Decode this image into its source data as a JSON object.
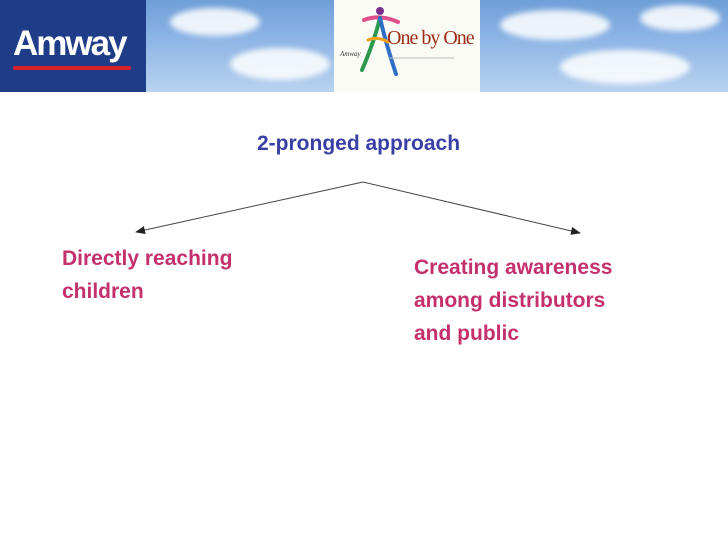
{
  "header": {
    "brand": "Amway",
    "logo_text": "One by One",
    "logo_mark": "Amway"
  },
  "diagram": {
    "title": "2-pronged approach",
    "branches": [
      {
        "lines": [
          "Directly reaching",
          "children"
        ]
      },
      {
        "lines": [
          "Creating awareness",
          "among distributors",
          "and public"
        ]
      }
    ]
  },
  "colors": {
    "brand_blue": "#1e3c87",
    "title_blue": "#3a3fa5",
    "branch_pink": "#c4306e",
    "arrow_line": "#444444"
  }
}
